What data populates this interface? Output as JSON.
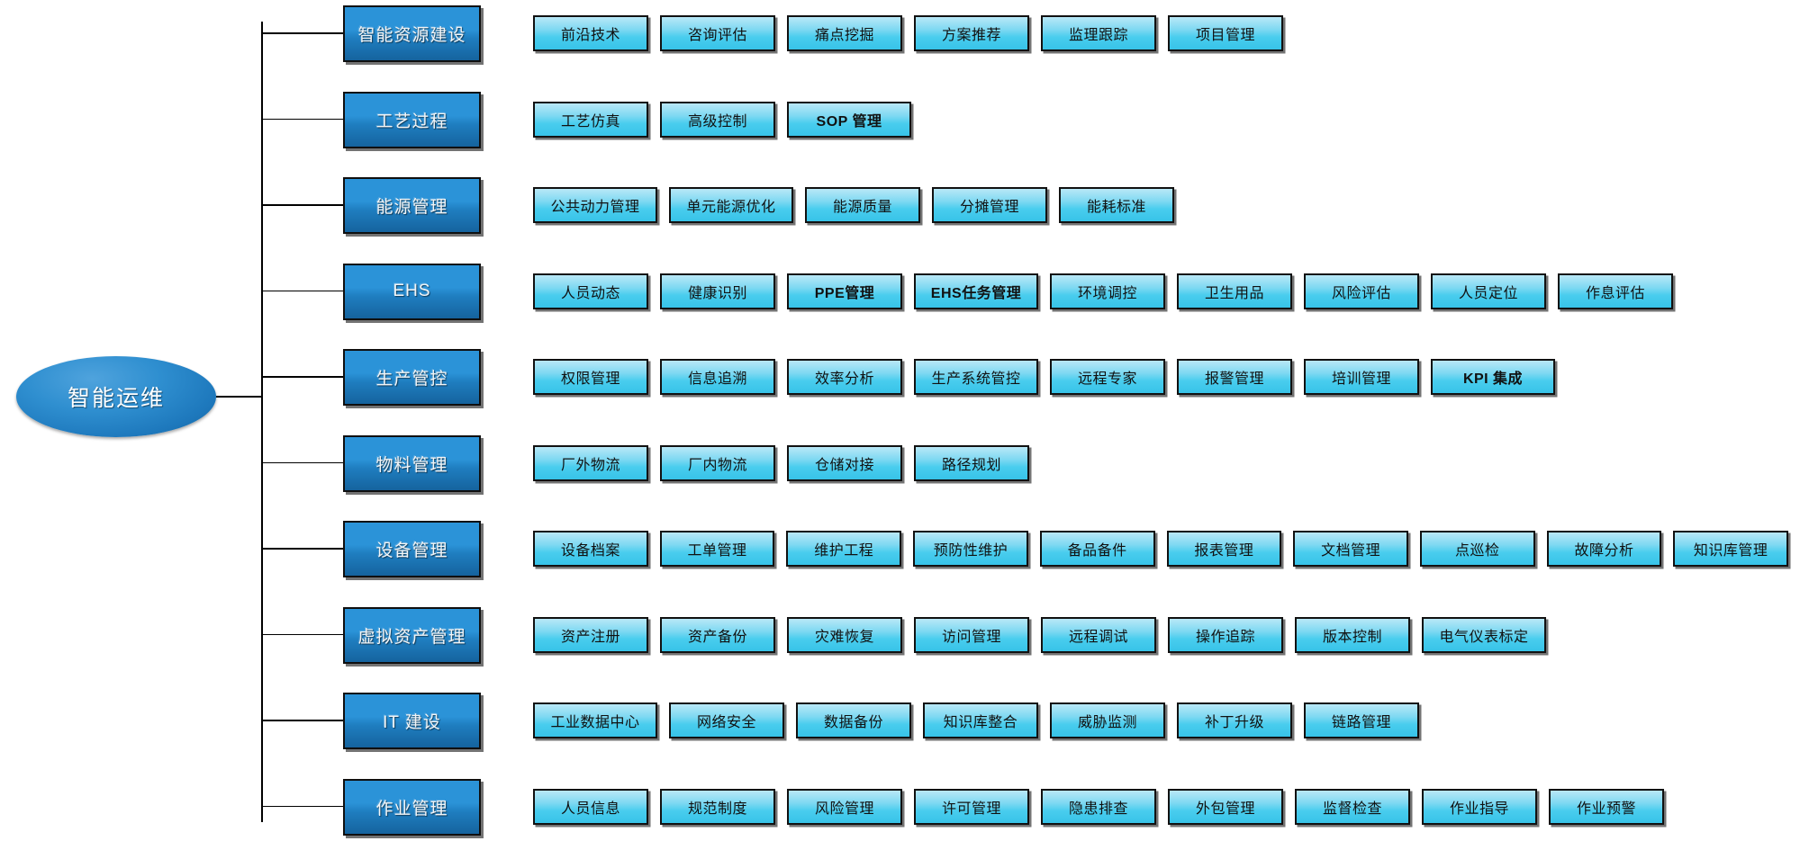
{
  "diagram": {
    "type": "tree-mindmap",
    "root": {
      "label": "智能运维"
    },
    "categories": [
      {
        "label": "智能资源建设",
        "items": [
          {
            "label": "前沿技术"
          },
          {
            "label": "咨询评估"
          },
          {
            "label": "痛点挖掘"
          },
          {
            "label": "方案推荐"
          },
          {
            "label": "监理跟踪"
          },
          {
            "label": "项目管理"
          }
        ]
      },
      {
        "label": "工艺过程",
        "items": [
          {
            "label": "工艺仿真"
          },
          {
            "label": "高级控制"
          },
          {
            "label": "SOP 管理",
            "bold": true
          }
        ]
      },
      {
        "label": "能源管理",
        "items": [
          {
            "label": "公共动力管理"
          },
          {
            "label": "单元能源优化"
          },
          {
            "label": "能源质量"
          },
          {
            "label": "分摊管理"
          },
          {
            "label": "能耗标准"
          }
        ]
      },
      {
        "label": "EHS",
        "items": [
          {
            "label": "人员动态"
          },
          {
            "label": "健康识别"
          },
          {
            "label": "PPE管理",
            "bold": true
          },
          {
            "label": "EHS任务管理",
            "bold": true
          },
          {
            "label": "环境调控"
          },
          {
            "label": "卫生用品"
          },
          {
            "label": "风险评估"
          },
          {
            "label": "人员定位"
          },
          {
            "label": "作息评估"
          }
        ]
      },
      {
        "label": "生产管控",
        "items": [
          {
            "label": "权限管理"
          },
          {
            "label": "信息追溯"
          },
          {
            "label": "效率分析"
          },
          {
            "label": "生产系统管控"
          },
          {
            "label": "远程专家"
          },
          {
            "label": "报警管理"
          },
          {
            "label": "培训管理"
          },
          {
            "label": "KPI 集成",
            "bold": true
          }
        ]
      },
      {
        "label": "物料管理",
        "items": [
          {
            "label": "厂外物流"
          },
          {
            "label": "厂内物流"
          },
          {
            "label": "仓储对接"
          },
          {
            "label": "路径规划"
          }
        ]
      },
      {
        "label": "设备管理",
        "items": [
          {
            "label": "设备档案"
          },
          {
            "label": "工单管理"
          },
          {
            "label": "维护工程"
          },
          {
            "label": "预防性维护"
          },
          {
            "label": "备品备件"
          },
          {
            "label": "报表管理"
          },
          {
            "label": "文档管理"
          },
          {
            "label": "点巡检"
          },
          {
            "label": "故障分析"
          },
          {
            "label": "知识库管理"
          }
        ]
      },
      {
        "label": "虚拟资产管理",
        "items": [
          {
            "label": "资产注册"
          },
          {
            "label": "资产备份"
          },
          {
            "label": "灾难恢复"
          },
          {
            "label": "访问管理"
          },
          {
            "label": "远程调试"
          },
          {
            "label": "操作追踪"
          },
          {
            "label": "版本控制"
          },
          {
            "label": "电气仪表标定"
          }
        ]
      },
      {
        "label": "IT 建设",
        "items": [
          {
            "label": "工业数据中心"
          },
          {
            "label": "网络安全"
          },
          {
            "label": "数据备份"
          },
          {
            "label": "知识库整合"
          },
          {
            "label": "威胁监测"
          },
          {
            "label": "补丁升级"
          },
          {
            "label": "链路管理"
          }
        ]
      },
      {
        "label": "作业管理",
        "items": [
          {
            "label": "人员信息"
          },
          {
            "label": "规范制度"
          },
          {
            "label": "风险管理"
          },
          {
            "label": "许可管理"
          },
          {
            "label": "隐患排查"
          },
          {
            "label": "外包管理"
          },
          {
            "label": "监督检查"
          },
          {
            "label": "作业指导"
          },
          {
            "label": "作业预警"
          }
        ]
      }
    ]
  },
  "colors": {
    "root_fill": "#2f8fd0",
    "category_fill": "#2b93d8",
    "leaf_fill": "#49cdee",
    "line": "#000000",
    "background": "#ffffff"
  }
}
